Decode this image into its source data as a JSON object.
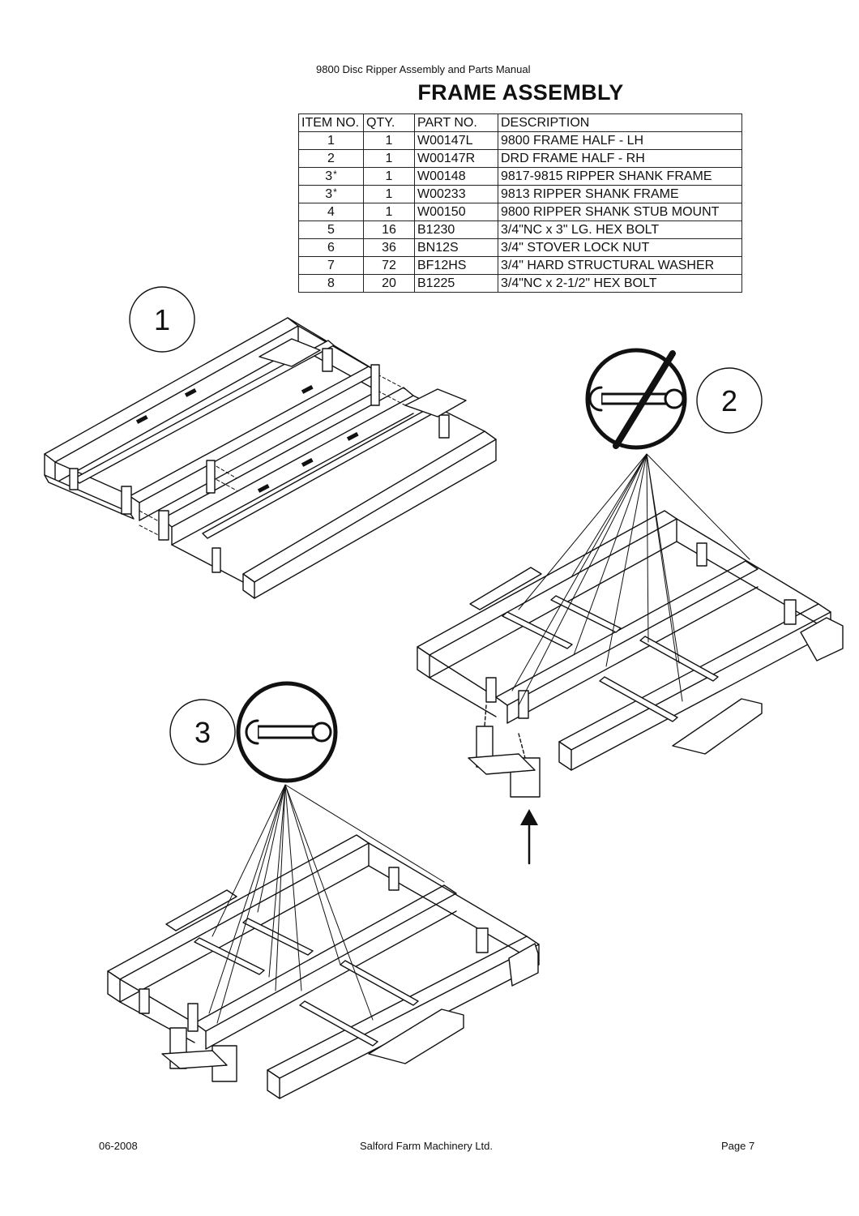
{
  "header": {
    "manual_title": "9800 Disc Ripper Assembly and Parts Manual",
    "section_title": "FRAME ASSEMBLY"
  },
  "parts_table": {
    "columns": [
      "ITEM NO.",
      "QTY.",
      "PART NO.",
      "DESCRIPTION"
    ],
    "rows": [
      {
        "item": "1",
        "star": "",
        "qty": "1",
        "part": "W00147L",
        "desc": "9800 FRAME HALF - LH"
      },
      {
        "item": "2",
        "star": "",
        "qty": "1",
        "part": "W00147R",
        "desc": "DRD FRAME HALF - RH"
      },
      {
        "item": "3",
        "star": "*",
        "qty": "1",
        "part": "W00148",
        "desc": "9817-9815 RIPPER SHANK FRAME"
      },
      {
        "item": "3",
        "star": "*",
        "qty": "1",
        "part": "W00233",
        "desc": "9813 RIPPER SHANK FRAME"
      },
      {
        "item": "4",
        "star": "",
        "qty": "1",
        "part": "W00150",
        "desc": "9800 RIPPER SHANK STUB MOUNT"
      },
      {
        "item": "5",
        "star": "",
        "qty": "16",
        "part": "B1230",
        "desc": "3/4\"NC x 3\" LG. HEX BOLT"
      },
      {
        "item": "6",
        "star": "",
        "qty": "36",
        "part": "BN12S",
        "desc": "3/4\" STOVER LOCK NUT"
      },
      {
        "item": "7",
        "star": "",
        "qty": "72",
        "part": "BF12HS",
        "desc": "3/4\" HARD STRUCTURAL WASHER"
      },
      {
        "item": "8",
        "star": "",
        "qty": "20",
        "part": "B1225",
        "desc": "3/4\"NC x 2-1/2\" HEX BOLT"
      }
    ]
  },
  "diagram": {
    "step_labels": [
      "1",
      "2",
      "3"
    ],
    "icons": [
      "no-wrench-icon",
      "wrench-icon",
      "arrow-up-icon"
    ]
  },
  "footer": {
    "date": "06-2008",
    "company": "Salford Farm Machinery Ltd.",
    "page": "Page 7"
  }
}
